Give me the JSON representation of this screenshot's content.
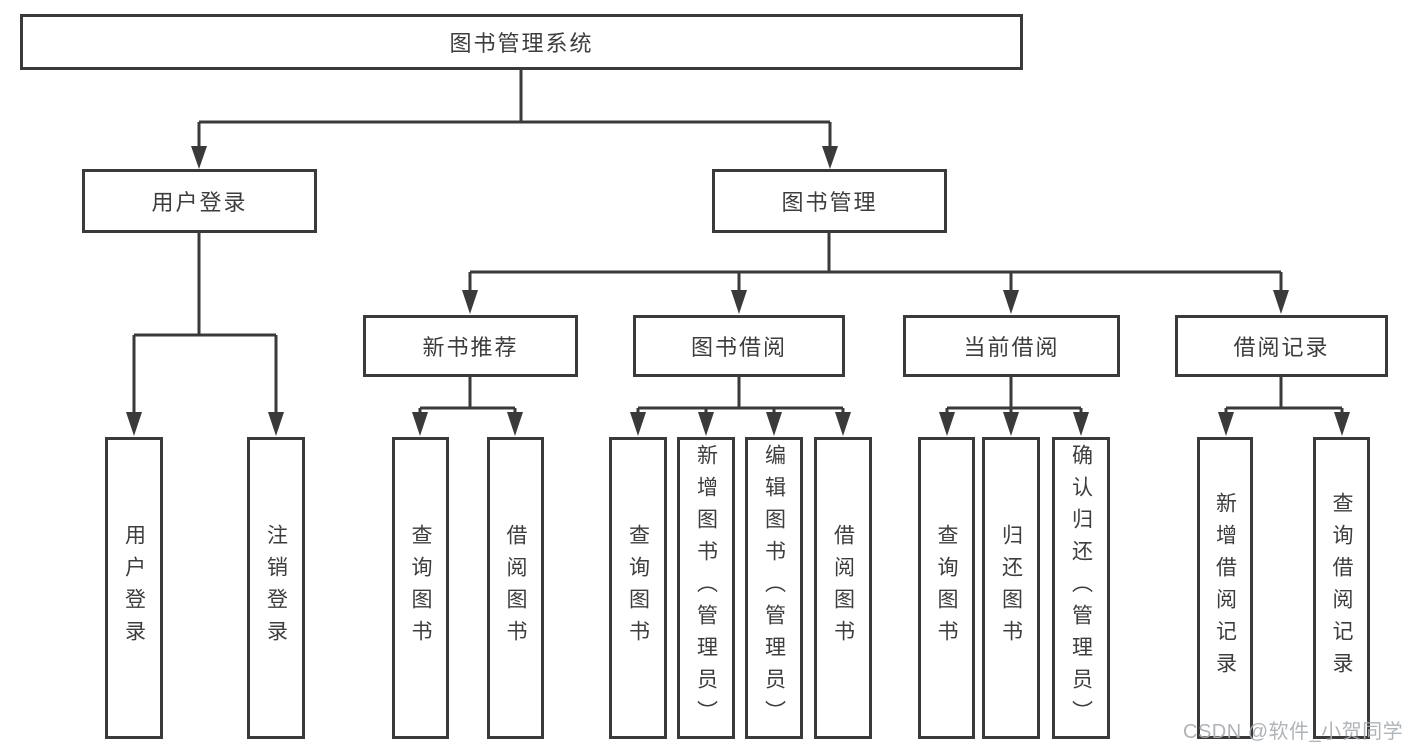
{
  "diagram": {
    "title_node": {
      "label": "图书管理系统"
    },
    "level2": {
      "user_login": {
        "label": "用户登录"
      },
      "book_management": {
        "label": "图书管理"
      }
    },
    "level3": {
      "new_book_recommend": {
        "label": "新书推荐"
      },
      "book_borrowing": {
        "label": "图书借阅"
      },
      "current_borrowing": {
        "label": "当前借阅"
      },
      "borrowing_records": {
        "label": "借阅记录"
      }
    },
    "leaves": [
      {
        "parent": "用户登录",
        "label": "用户登录"
      },
      {
        "parent": "用户登录",
        "label": "注销登录"
      },
      {
        "parent": "新书推荐",
        "label": "查询图书"
      },
      {
        "parent": "新书推荐",
        "label": "借阅图书"
      },
      {
        "parent": "图书借阅",
        "label": "查询图书"
      },
      {
        "parent": "图书借阅",
        "label": "新增图书（管理员）"
      },
      {
        "parent": "图书借阅",
        "label": "编辑图书（管理员）"
      },
      {
        "parent": "图书借阅",
        "label": "借阅图书"
      },
      {
        "parent": "当前借阅",
        "label": "查询图书"
      },
      {
        "parent": "当前借阅",
        "label": "归还图书"
      },
      {
        "parent": "当前借阅",
        "label": "确认归还（管理员）"
      },
      {
        "parent": "借阅记录",
        "label": "新增借阅记录"
      },
      {
        "parent": "借阅记录",
        "label": "查询借阅记录"
      }
    ],
    "watermark": {
      "text": "CSDN @软件_小贺同学"
    },
    "colors": {
      "line": "#3a3a3a",
      "text": "#3d3d3d",
      "box_background": "#ffffff",
      "page_background": "#ffffff",
      "watermark": "#a9aeb3"
    }
  }
}
